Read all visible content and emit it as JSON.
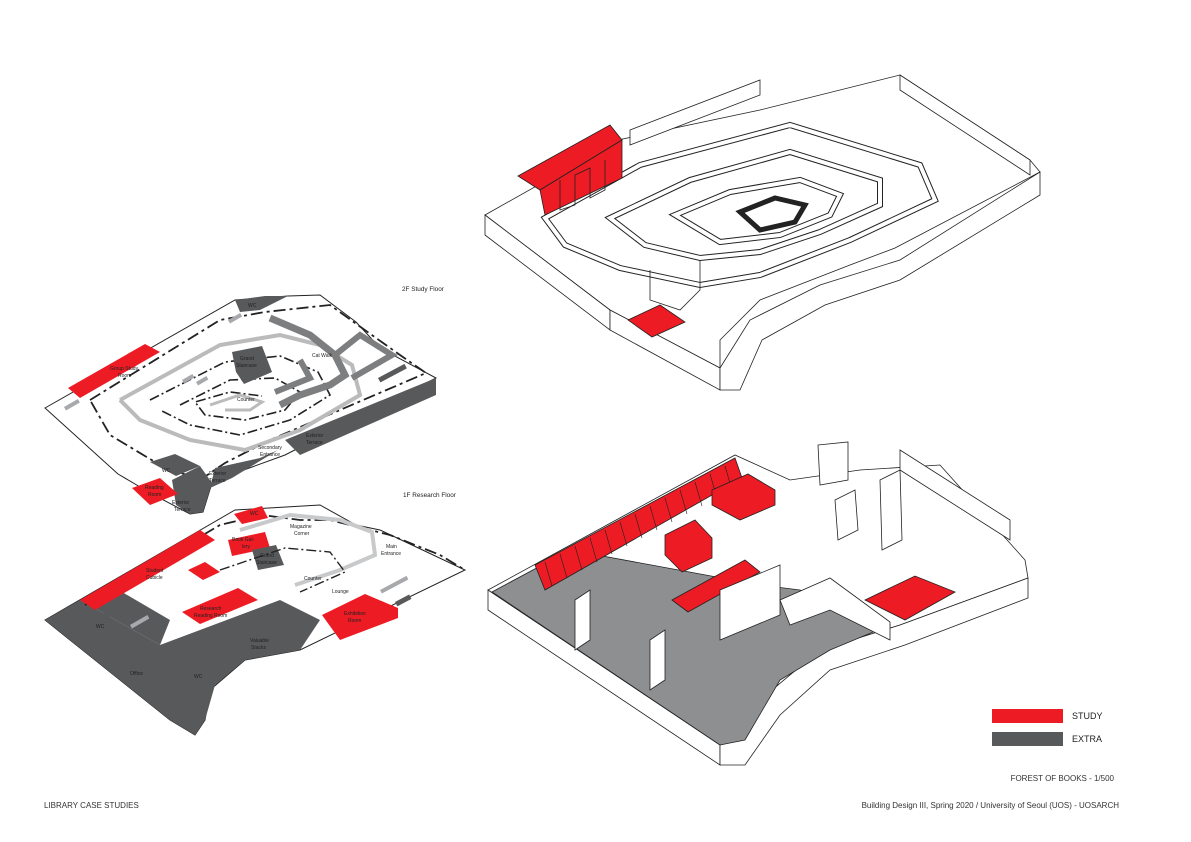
{
  "colors": {
    "study": "#ed1c24",
    "extra": "#58595b",
    "corridor": "#a7a9ac",
    "line": "#222222"
  },
  "left": {
    "floor2": {
      "title": "2F Study Floor",
      "rooms": {
        "wc_top": "WC",
        "group_study_1": "Group Study",
        "group_study_2": "Room",
        "grand_staircase_1": "Grand",
        "grand_staircase_2": "Staircase",
        "cat_walk": "Cat Walk",
        "counter": "Counter",
        "secondary_entrance_1": "Secondary",
        "secondary_entrance_2": "Entrance",
        "exterior_terrace_r1": "Exterior",
        "exterior_terrace_r2": "Terrace",
        "wc_bottom": "WC",
        "reading_room_1": "Reading",
        "reading_room_2": "Room",
        "exterior_terrace_m1": "Exterior",
        "exterior_terrace_m2": "Terrace",
        "exterior_terrace_l1": "Exterior",
        "exterior_terrace_l2": "Terrace"
      }
    },
    "floor1": {
      "title": "1F Research Floor",
      "rooms": {
        "wc_top": "WC",
        "book_gallery_1": "Book Gal-",
        "book_gallery_2": "lery",
        "magazine_corner_1": "Magazine",
        "magazine_corner_2": "Corner",
        "main_entrance_1": "Main",
        "main_entrance_2": "Entrance",
        "grand_staircase_1": "Grand",
        "grand_staircase_2": "Staircase",
        "student_cubicle_1": "Student",
        "student_cubicle_2": "Cubicle",
        "counter": "Counter",
        "lounge": "Lounge",
        "research_reading_1": "Research",
        "research_reading_2": "Reading Room",
        "exhibition_room_1": "Exhibition",
        "exhibition_room_2": "Room",
        "wc_left": "WC",
        "valuable_stacks_1": "Valuable",
        "valuable_stacks_2": "Stacks",
        "wc_bottom": "WC",
        "office": "Office"
      }
    }
  },
  "legend": [
    {
      "label": "STUDY",
      "color": "#ed1c24"
    },
    {
      "label": "EXTRA",
      "color": "#58595b"
    }
  ],
  "scale_note": "FOREST OF BOOKS - 1/500",
  "footer": {
    "left": "LIBRARY CASE STUDIES",
    "right": "Building Design III, Spring 2020 / University of Seoul (UOS) - UOSARCH"
  }
}
